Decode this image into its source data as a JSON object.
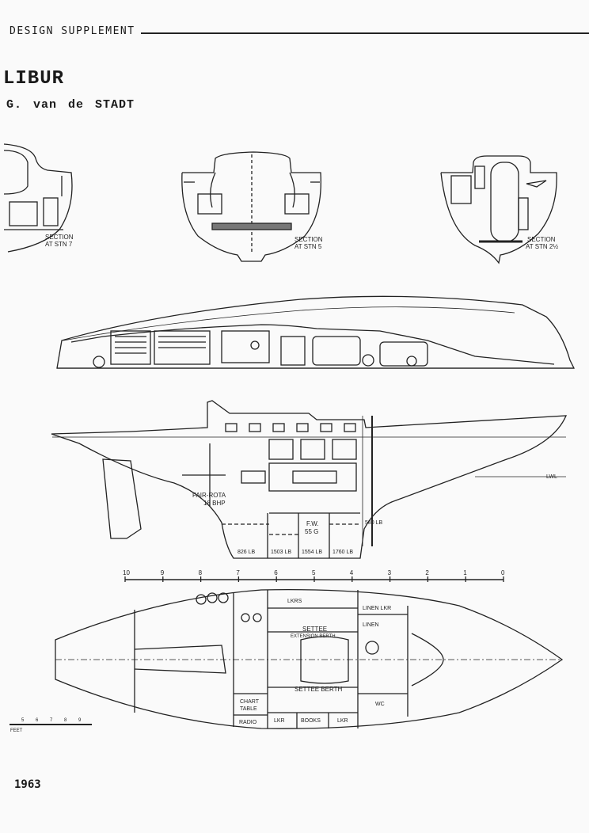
{
  "header": {
    "supplement": "DESIGN SUPPLEMENT"
  },
  "title": "LIBUR",
  "designer": "G. van de STADT",
  "sections": [
    {
      "line1": "SECTION",
      "line2": "AT STN 7"
    },
    {
      "line1": "SECTION",
      "line2": "AT STN 5"
    },
    {
      "line1": "SECTION",
      "line2": "AT STN 2½"
    }
  ],
  "profile": {
    "engine_line1": "FAIR-ROTA",
    "engine_line2": "18 BHP",
    "fresh_water_line1": "F.W.",
    "fresh_water_line2": "55 G",
    "lwl": "LWL",
    "ballast": [
      "826 LB",
      "1503 LB",
      "1554 LB",
      "1760 LB"
    ],
    "forward_ballast": "580 LB"
  },
  "station_scale": [
    "10",
    "9",
    "8",
    "7",
    "6",
    "5",
    "4",
    "3",
    "2",
    "1",
    "0"
  ],
  "plan": {
    "lkrs": "LKRS",
    "linen_lkr": "LINEN LKR",
    "linen": "LINEN",
    "settee_ext_1": "SETTEE",
    "settee_ext_2": "EXTENSION BERTH",
    "settee_berth": "SETTEE BERTH",
    "wc": "WC",
    "chart_table_1": "CHART",
    "chart_table_2": "TABLE",
    "radio": "RADIO",
    "lkr_1": "LKR",
    "books": "BOOKS",
    "lkr_2": "LKR"
  },
  "feet_scale": {
    "ticks": [
      "5",
      "6",
      "7",
      "8",
      "9"
    ],
    "unit": "FEET"
  },
  "year": "1963"
}
